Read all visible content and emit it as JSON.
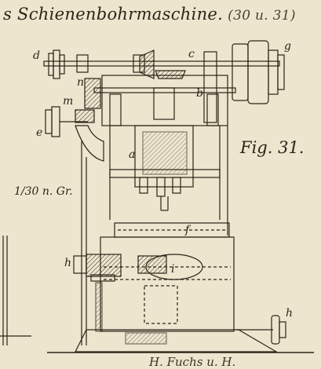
{
  "caption": {
    "title": "s Schienenbohrmaschine.",
    "reference": "(30 u. 31)"
  },
  "figure_label": "Fig. 31.",
  "scale_note": "1/30 n. Gr.",
  "part_labels": {
    "a": "a",
    "b": "b",
    "c": "c",
    "d": "d",
    "e": "e",
    "f": "f",
    "g": "g",
    "h_left": "h",
    "h_right": "h",
    "i": "i",
    "m": "m",
    "n": "n"
  },
  "footer_text": "H. Fuchs u. H.",
  "colors": {
    "paper": "#eee5cf",
    "ink": "#2b2418"
  }
}
